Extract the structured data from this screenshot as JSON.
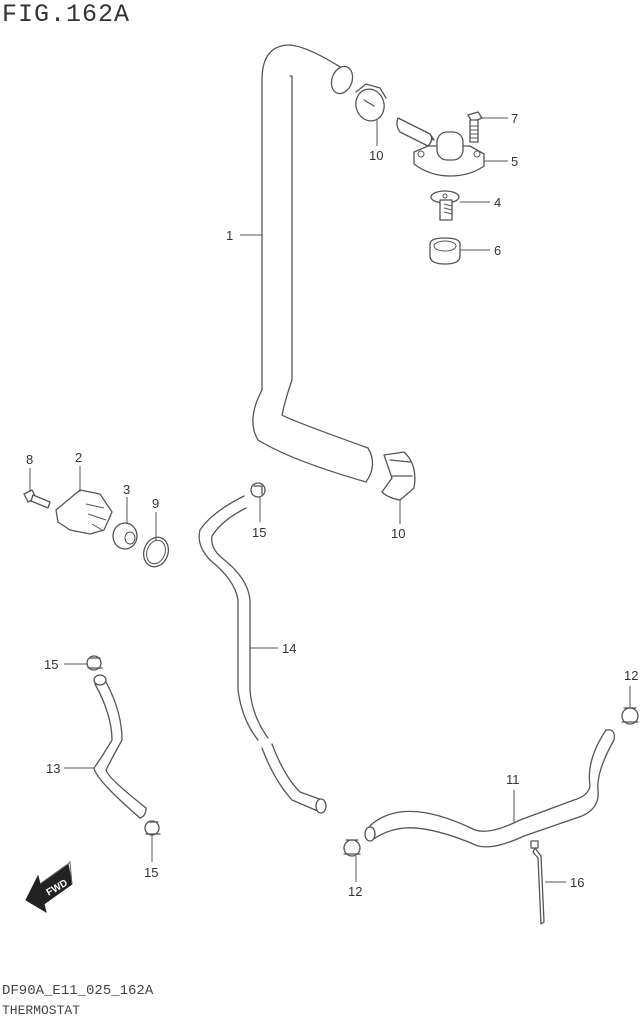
{
  "figure": {
    "title": "FIG.162A",
    "code": "DF90A_E11_025_162A",
    "name": "THERMOSTAT"
  },
  "direction_indicator": {
    "label": "FWD",
    "icon": "arrow-left-icon"
  },
  "callouts": [
    {
      "id": "1",
      "part": "hose"
    },
    {
      "id": "2",
      "part": "thermostat-housing"
    },
    {
      "id": "3",
      "part": "cap"
    },
    {
      "id": "4",
      "part": "thermostat"
    },
    {
      "id": "5",
      "part": "thermostat-cover"
    },
    {
      "id": "6",
      "part": "seal"
    },
    {
      "id": "7",
      "part": "bolt"
    },
    {
      "id": "8",
      "part": "bolt"
    },
    {
      "id": "9",
      "part": "o-ring"
    },
    {
      "id": "10",
      "part": "hose-clamp"
    },
    {
      "id": "10",
      "part": "hose-clamp"
    },
    {
      "id": "11",
      "part": "hose"
    },
    {
      "id": "12",
      "part": "hose-clamp"
    },
    {
      "id": "12",
      "part": "hose-clamp"
    },
    {
      "id": "13",
      "part": "hose"
    },
    {
      "id": "14",
      "part": "hose"
    },
    {
      "id": "15",
      "part": "hose-clamp"
    },
    {
      "id": "15",
      "part": "hose-clamp"
    },
    {
      "id": "15",
      "part": "hose-clamp"
    },
    {
      "id": "16",
      "part": "cable-tie"
    }
  ]
}
